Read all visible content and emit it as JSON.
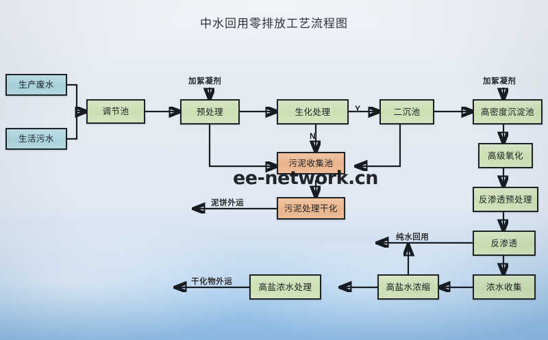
{
  "title": "中水回用零排放工艺流程图",
  "watermark": "ee-network.cn",
  "nodes": {
    "production_wastewater": "生产废水",
    "domestic_sewage": "生活污水",
    "regulating_tank": "调节池",
    "pretreatment": "预处理",
    "biochemical_treatment": "生化处理",
    "secondary_settling_tank": "二沉池",
    "high_density_settling_tank": "高密度沉淀池",
    "advanced_oxidation": "高级氧化",
    "ro_pretreatment": "反渗透预处理",
    "reverse_osmosis": "反渗透",
    "concentrate_collection": "浓水收集",
    "brine_concentration": "高盐水浓缩",
    "brine_treatment": "高盐浓水处理",
    "sludge_collection_tank": "污泥收集池",
    "sludge_drying": "污泥处理干化"
  },
  "edge_labels": {
    "flocculant_left": "加絮凝剂",
    "flocculant_right": "加絮凝剂",
    "sludge_cake_outbound": "泥饼外运",
    "pure_water_reuse": "纯水回用",
    "dried_matter_outbound": "干化物外运"
  },
  "branch_labels": {
    "yes": "Y",
    "no": "N"
  },
  "colors": {
    "blue_node": "#a9d4dd",
    "green_node": "#cadfb2",
    "orange_node": "#e8b48c",
    "stroke": "#171c21",
    "background_top": "#e6ecf3",
    "background_bottom": "#8dbde6"
  }
}
